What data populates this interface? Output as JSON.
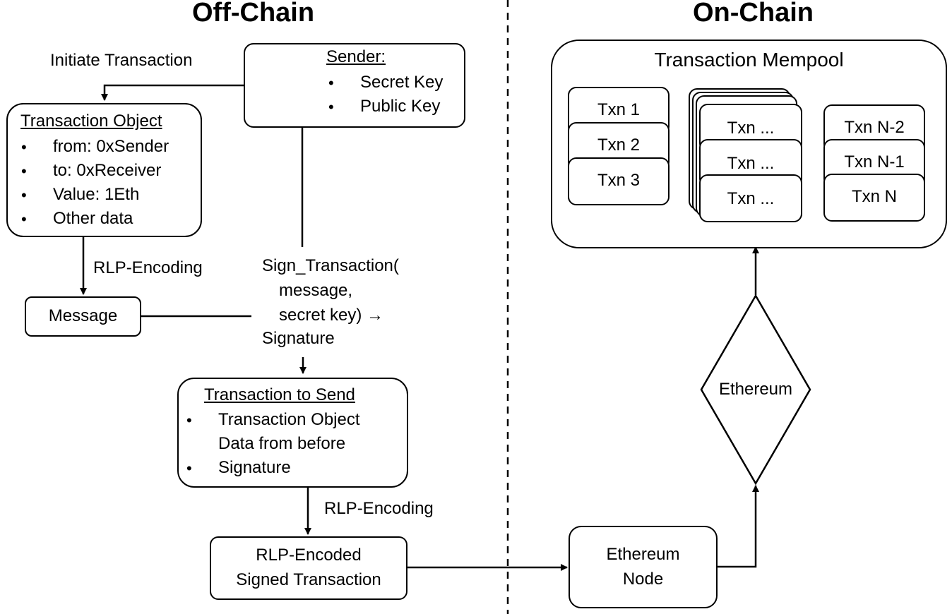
{
  "headings": {
    "off_chain": "Off-Chain",
    "on_chain": "On-Chain"
  },
  "sender": {
    "title": "Sender:",
    "items": [
      "Secret Key",
      "Public Key"
    ]
  },
  "initiate_label": "Initiate Transaction",
  "transaction_object": {
    "title": "Transaction Object",
    "items": [
      "from: 0xSender",
      "to: 0xReceiver",
      "Value: 1Eth",
      "Other data"
    ]
  },
  "rlp_encoding_1": "RLP-Encoding",
  "message": "Message",
  "sign": {
    "lines": [
      "Sign_Transaction(",
      "message,",
      "secret key) →",
      "Signature"
    ]
  },
  "transaction_to_send": {
    "title": "Transaction to Send",
    "items": [
      "Transaction Object",
      "Data from before",
      "Signature"
    ]
  },
  "rlp_encoding_2": "RLP-Encoding",
  "rlp_encoded": {
    "line1": "RLP-Encoded",
    "line2": "Signed Transaction"
  },
  "ethereum_node": {
    "line1": "Ethereum",
    "line2": "Node"
  },
  "ethereum": "Ethereum",
  "mempool": {
    "title": "Transaction Mempool",
    "col1": [
      "Txn 1",
      "Txn 2",
      "Txn 3"
    ],
    "col2": [
      "Txn ...",
      "Txn ...",
      "Txn ..."
    ],
    "col3": [
      "Txn N-2",
      "Txn N-1",
      "Txn N"
    ]
  },
  "bullet_char": "•"
}
